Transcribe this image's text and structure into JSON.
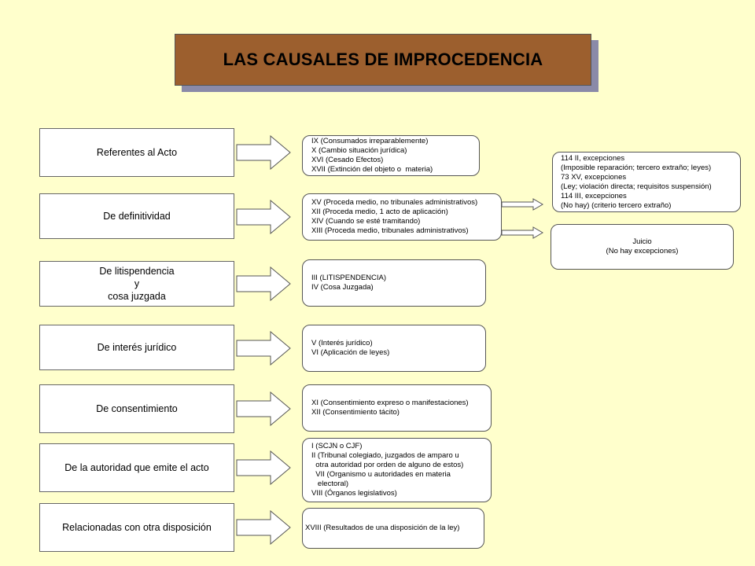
{
  "title": "LAS CAUSALES DE IMPROCEDENCIA",
  "colors": {
    "background": "#ffffcc",
    "title_box": "#9c5f2e",
    "title_shadow": "#8a8aa8",
    "arrow_fill": "#ffffff",
    "arrow_stroke": "#555555"
  },
  "categories": [
    "Referentes al Acto",
    "De definitividad",
    "De litispendencia\ny\ncosa juzgada",
    "De interés jurídico",
    "De consentimiento",
    "De la autoridad que emite el acto",
    "Relacionadas con otra disposición"
  ],
  "details": [
    [
      "IX (Consumados irreparablemente)",
      "X (Cambio situación jurídica)",
      "XVI (Cesado Efectos)",
      "XVII (Extinción del objeto o  materia)"
    ],
    [
      "XV (Proceda medio, no tribunales administrativos)",
      "XII (Proceda medio, 1 acto de aplicación)",
      "XIV (Cuando se esté tramitando)",
      "XIII (Proceda medio, tribunales administrativos)"
    ],
    [
      "III (LITISPENDENCIA)",
      "IV (Cosa Juzgada)"
    ],
    [
      "V (Interés jurídico)",
      "VI (Aplicación de leyes)"
    ],
    [
      "XI (Consentimiento expreso o manifestaciones)",
      "XII (Consentimiento tácito)"
    ],
    [
      "I (SCJN o CJF)",
      "II (Tribunal colegiado, juzgados de amparo u",
      "  otra autoridad por orden de alguno de estos)",
      "  VII (Organismo u autoridades en materia",
      "   electoral)",
      "VIII (Órganos legislativos)"
    ],
    [
      "XVIII (Resultados de una disposición de la ley)"
    ]
  ],
  "exceptions_box": [
    "114 II, excepciones",
    "(Imposible reparación; tercero extraño; leyes)",
    "73 XV, excepciones",
    "(Ley; violación directa; requisitos suspensión)",
    "114 III, excepciones",
    "(No hay) (criterio tercero extraño)"
  ],
  "juicio_box": [
    "Juicio",
    "(No hay excepciones)"
  ]
}
